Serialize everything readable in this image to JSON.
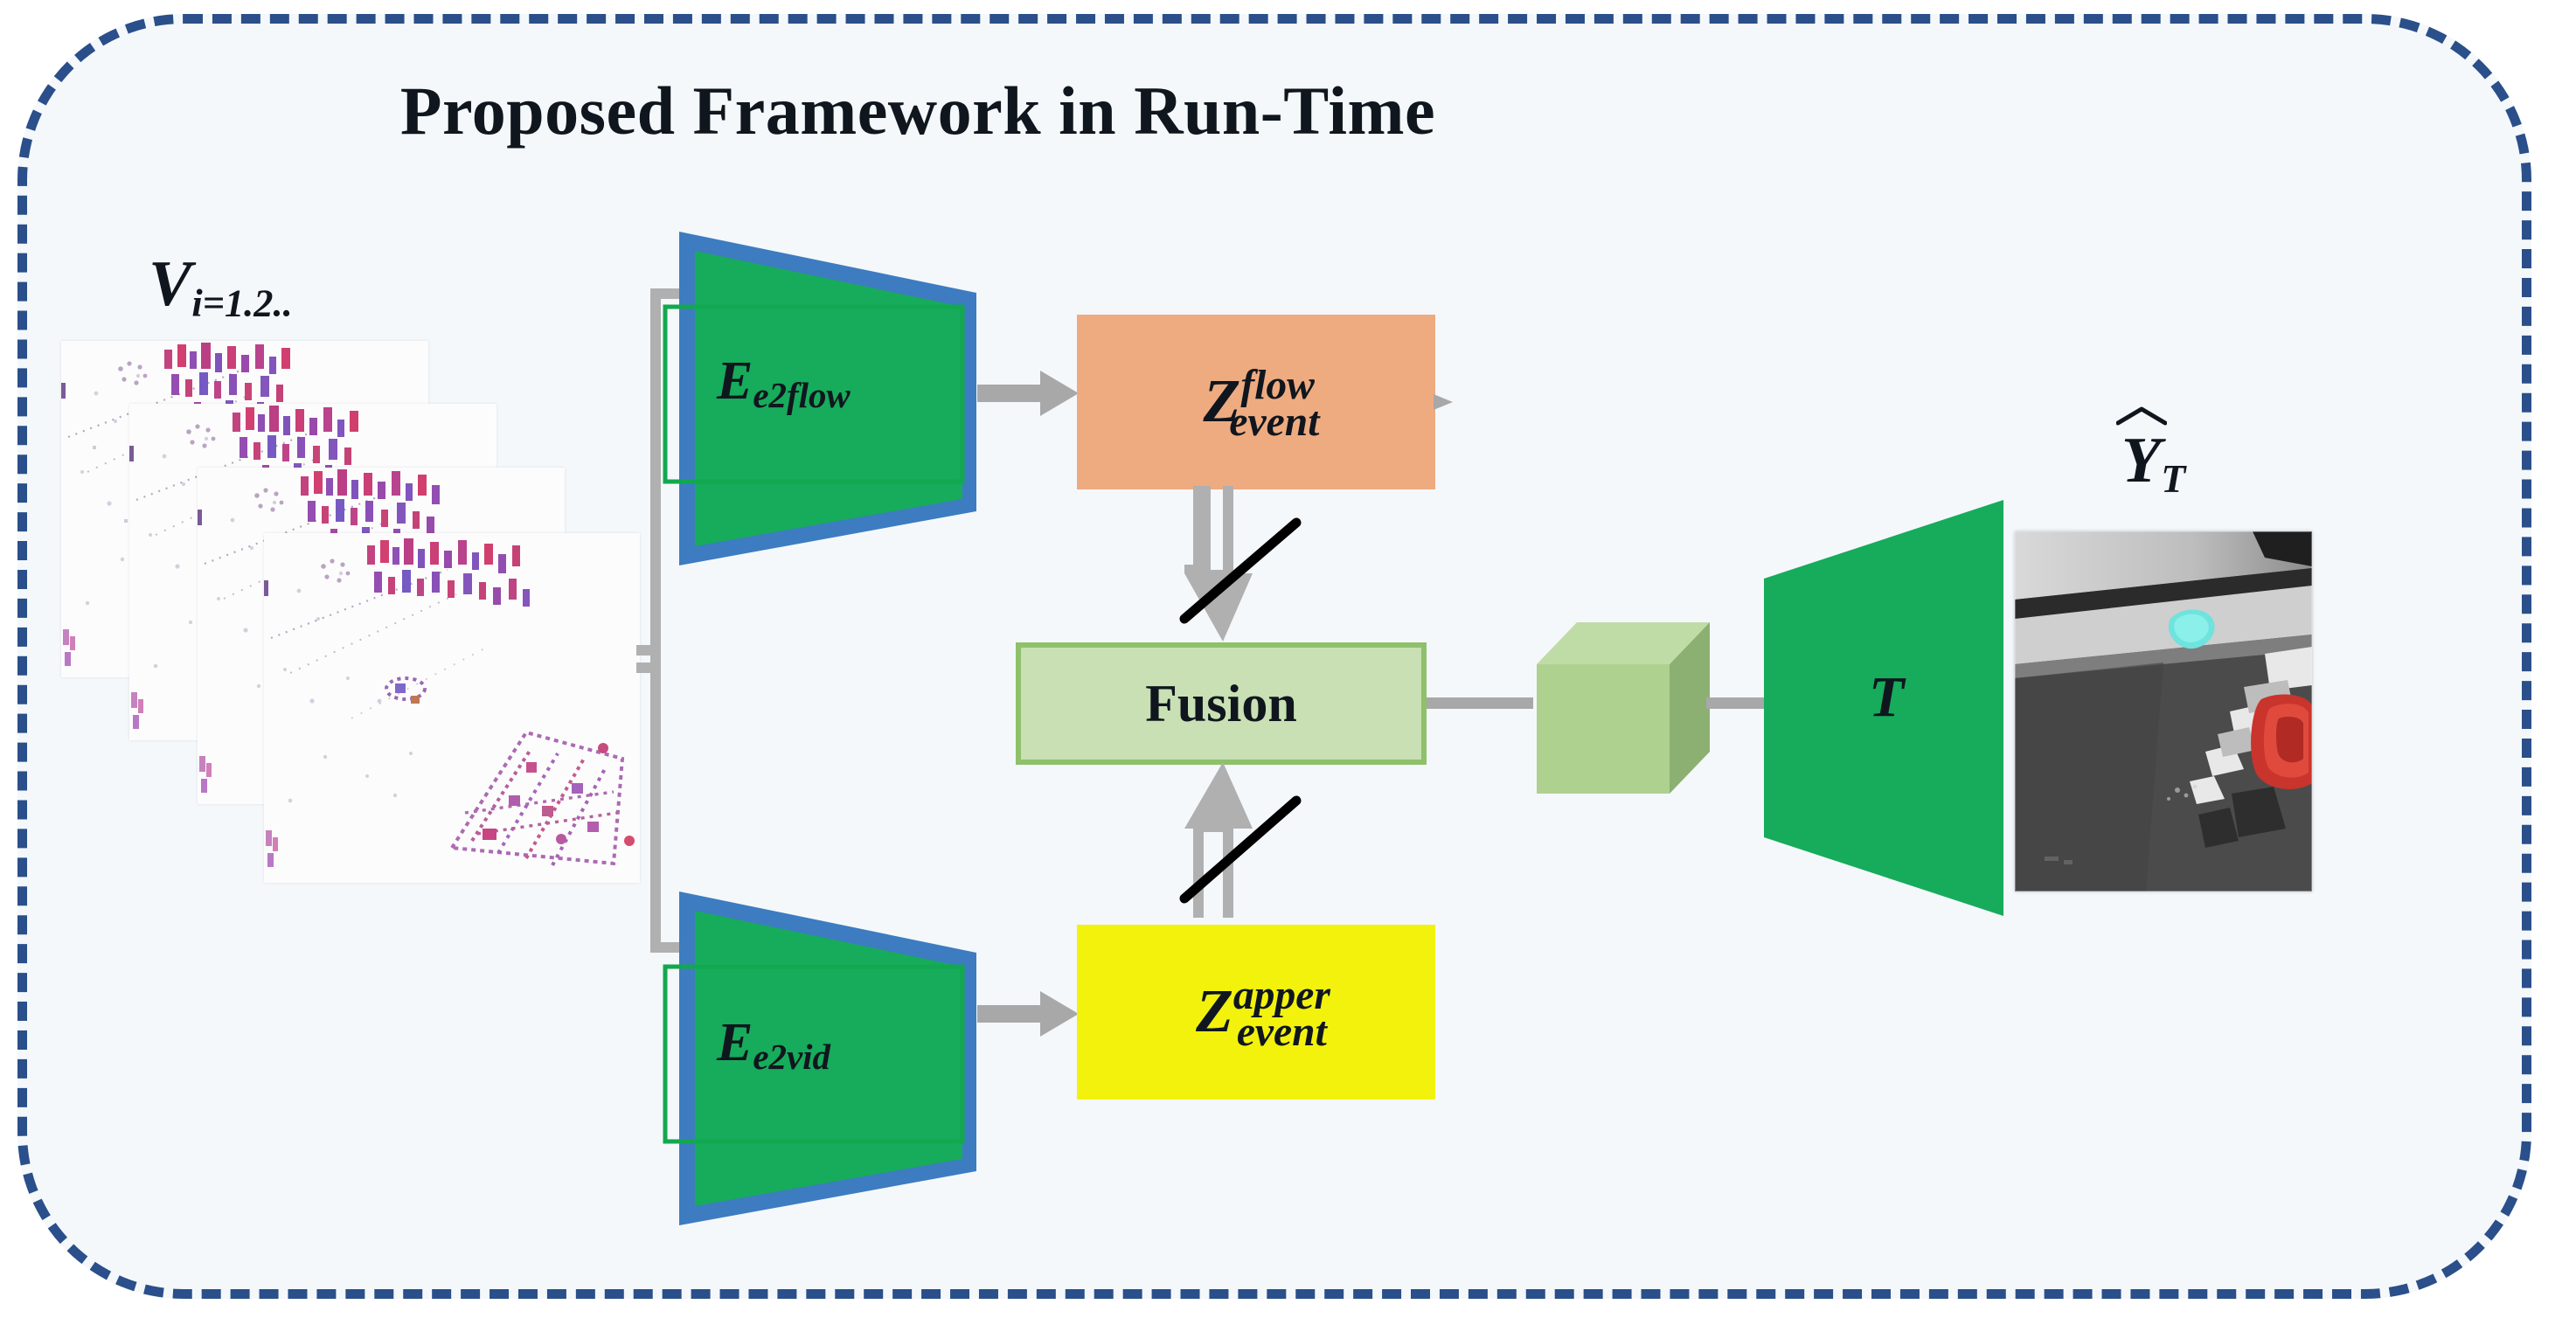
{
  "figure": {
    "title": "Proposed Framework in Run-Time",
    "background_color": "#f4f8fb",
    "border_color": "#2a4f8a",
    "page_background": "#ffffff"
  },
  "input": {
    "label_base": "V",
    "label_sub": "i=1.2..",
    "name": "event-frame-stack",
    "frame_count": 4
  },
  "encoders": [
    {
      "id": "e2flow",
      "base": "E",
      "sub": "e2flow",
      "fill": "#17ab5c",
      "border": "#3d7cc0",
      "accent_outline": "#12a84f"
    },
    {
      "id": "e2vid",
      "base": "E",
      "sub": "e2vid",
      "fill": "#17ab5c",
      "border": "#3d7cc0",
      "accent_outline": "#12a84f"
    }
  ],
  "latents": [
    {
      "id": "z-flow",
      "base": "Z",
      "sup": "flow",
      "sub": "event",
      "fill": "#eeab80"
    },
    {
      "id": "z-apper",
      "base": "Z",
      "sup": "apper",
      "sub": "event",
      "fill": "#f2f20d"
    }
  ],
  "fusion": {
    "label": "Fusion",
    "fill": "#c8e0b4",
    "border": "#8fc06a"
  },
  "cube": {
    "name": "fused-feature-cube",
    "front": "#aed18f",
    "top": "#c0dca6",
    "side": "#8cb071"
  },
  "decoder": {
    "label": "T",
    "fill": "#17ab5c"
  },
  "output": {
    "label_base": "Y",
    "label_sub": "T",
    "label_accent": "hat",
    "name": "predicted-segmentation"
  },
  "connectors": {
    "bus_color": "#b0b0b0",
    "slash_color": "#000000"
  }
}
